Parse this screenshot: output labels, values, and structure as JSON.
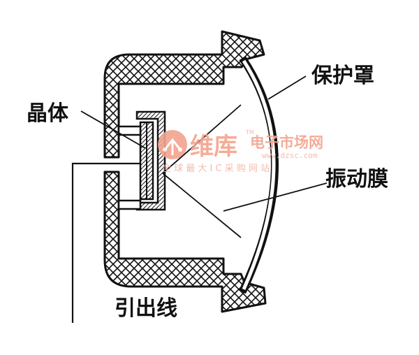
{
  "labels": {
    "crystal": "晶体",
    "cover": "保护罩",
    "diaphragm": "振动膜",
    "lead": "引出线"
  },
  "watermark": {
    "brand": "维库",
    "tagline": "电子市场网",
    "url": "www.dzsc.com",
    "slogan": "全 球 最 大 I C 采 购 网 站",
    "tm": "TM"
  },
  "colors": {
    "ink": "#111111",
    "watermark": "#f2a48f"
  }
}
